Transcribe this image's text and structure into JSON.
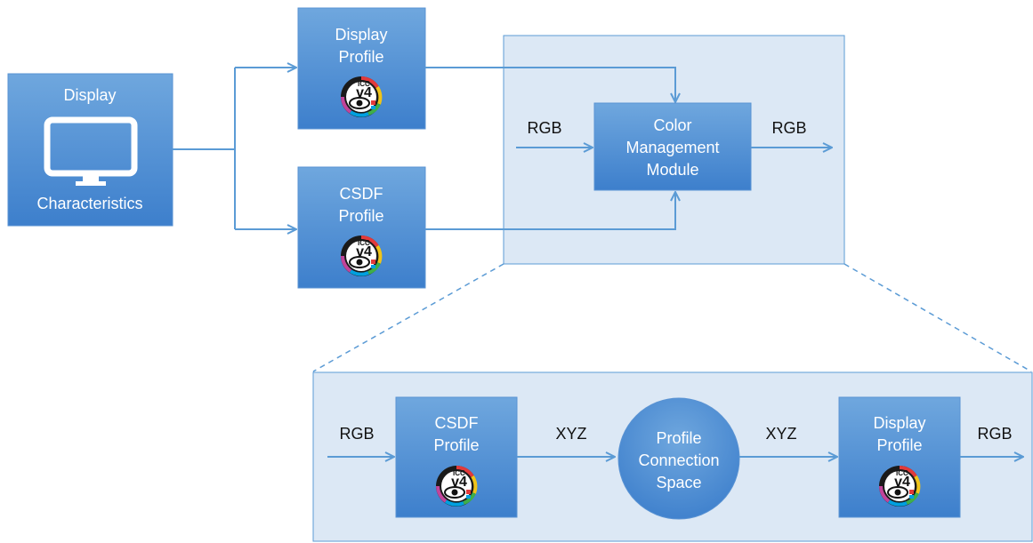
{
  "colors": {
    "box_top": "#6fa7de",
    "box_bottom": "#3d7fcc",
    "box_border": "#5a93d3",
    "panel_fill": "#dce8f5",
    "panel_border": "#5b9bd5",
    "connector": "#5b9bd5",
    "box_text": "#ffffff",
    "label_text": "#111111"
  },
  "top": {
    "display_box": {
      "title": "Display",
      "caption": "Characteristics",
      "icon": "monitor-icon"
    },
    "display_profile": {
      "line1": "Display",
      "line2": "Profile",
      "icon": "icc-v4-logo"
    },
    "csdf_profile": {
      "line1": "CSDF",
      "line2": "Profile",
      "icon": "icc-v4-logo"
    },
    "cmm": {
      "line1": "Color",
      "line2": "Management",
      "line3": "Module"
    },
    "input_label": "RGB",
    "output_label": "RGB"
  },
  "detail": {
    "input_label": "RGB",
    "csdf_profile": {
      "line1": "CSDF",
      "line2": "Profile",
      "icon": "icc-v4-logo"
    },
    "xyz_left": "XYZ",
    "pcs": {
      "line1": "Profile",
      "line2": "Connection",
      "line3": "Space"
    },
    "xyz_right": "XYZ",
    "display_profile": {
      "line1": "Display",
      "line2": "Profile",
      "icon": "icc-v4-logo"
    },
    "output_label": "RGB"
  },
  "icc_logo": {
    "top_text": "ICC",
    "main_text": "v4"
  }
}
